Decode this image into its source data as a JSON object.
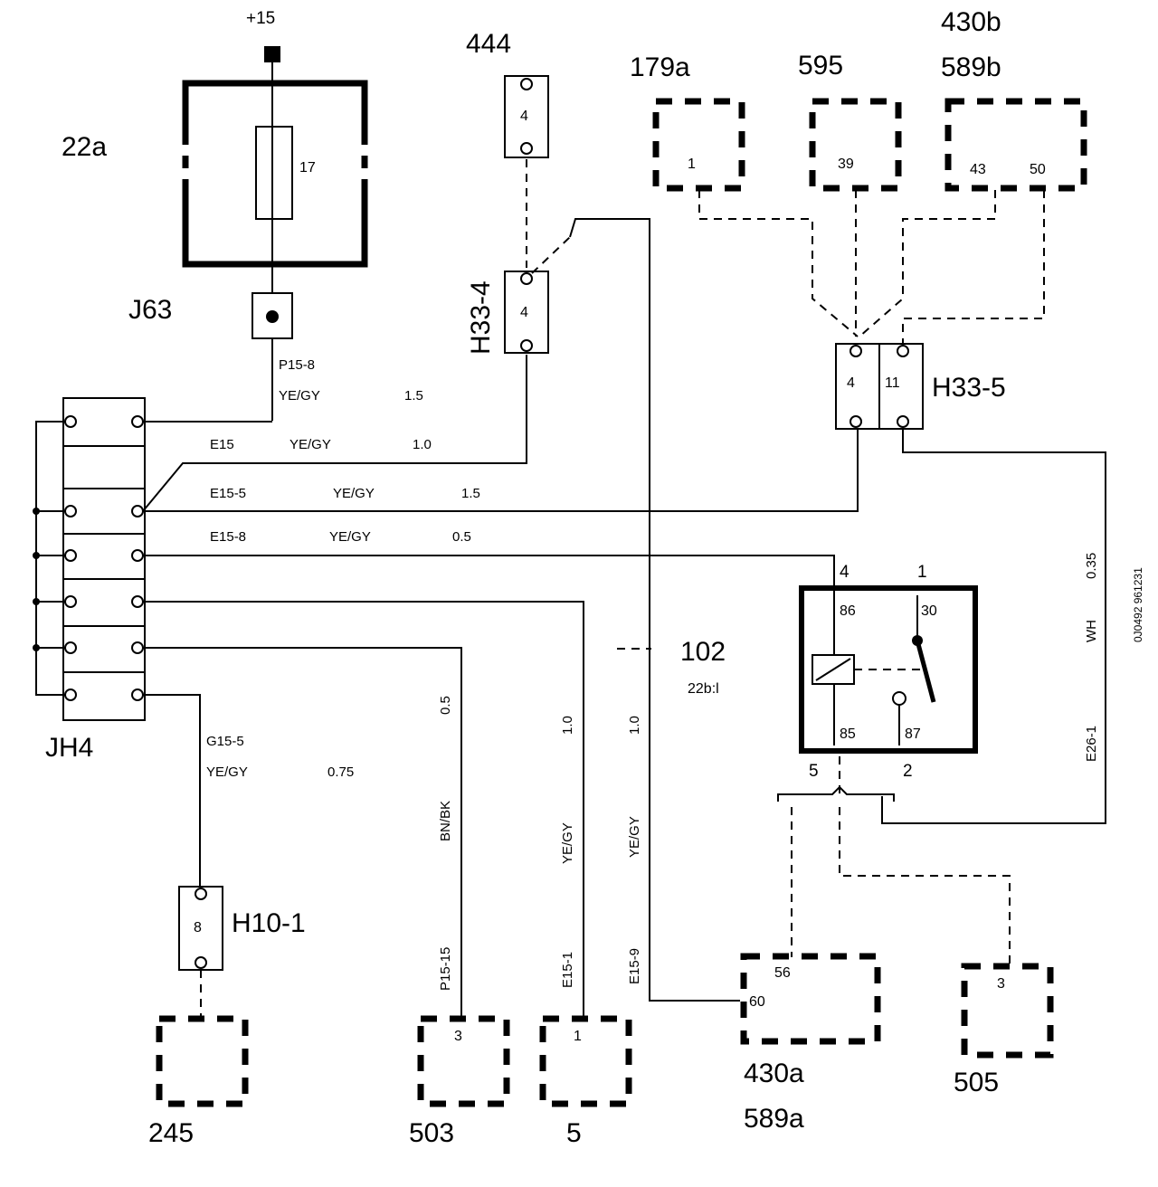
{
  "labels": {
    "supply": "+15",
    "fuse_block": "22a",
    "fuse_number": "17",
    "connector_j63": "J63",
    "junction": "JH4",
    "conn_444": "444",
    "h33_4": "H33-4",
    "h33_4_pin": "4",
    "c444_pin": "4",
    "c179a": "179a",
    "c179a_pin": "1",
    "c595": "595",
    "c595_pin": "39",
    "c430b": "430b",
    "c589b": "589b",
    "c430b_pin_a": "43",
    "c430b_pin_b": "50",
    "h33_5": "H33-5",
    "h33_5_pin_a": "4",
    "h33_5_pin_b": "11",
    "relay_number": "102",
    "relay_sub": "22b:l",
    "relay_pin_top_left": "4",
    "relay_pin_top_right": "1",
    "relay_86": "86",
    "relay_30": "30",
    "relay_85": "85",
    "relay_87": "87",
    "relay_pin_bottom_left": "5",
    "relay_pin_bottom_right": "2",
    "h10_1": "H10-1",
    "h10_1_pin": "8",
    "c245": "245",
    "c503": "503",
    "c503_pin": "3",
    "c5": "5",
    "c5_pin": "1",
    "c430a": "430a",
    "c589a": "589a",
    "c430a_pin_a": "56",
    "c430a_pin_b": "60",
    "c505": "505",
    "c505_pin": "3",
    "doc_code": "0J0492 961231"
  },
  "wires": {
    "p15_8": {
      "name": "P15-8",
      "color": "YE/GY",
      "size": "1.5"
    },
    "e15": {
      "name": "E15",
      "color": "YE/GY",
      "size": "1.0"
    },
    "e15_5": {
      "name": "E15-5",
      "color": "YE/GY",
      "size": "1.5"
    },
    "e15_8": {
      "name": "E15-8",
      "color": "YE/GY",
      "size": "0.5"
    },
    "g15_5": {
      "name": "G15-5",
      "color": "YE/GY",
      "size": "0.75"
    },
    "p15_15": {
      "name": "P15-15",
      "color": "BN/BK",
      "size": "0.5"
    },
    "e15_1": {
      "name": "E15-1",
      "color": "YE/GY",
      "size": "1.0"
    },
    "e15_9": {
      "name": "E15-9",
      "color": "YE/GY",
      "size": "1.0"
    },
    "e26_1": {
      "name": "E26-1",
      "color": "WH",
      "size": "0.35"
    }
  }
}
